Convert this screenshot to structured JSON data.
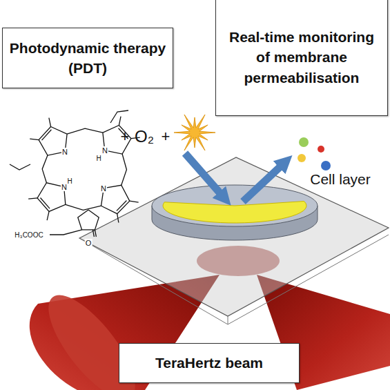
{
  "diagram": {
    "nodes": [
      {
        "text": [
          "Photodynamic therapy (PDT)"
        ]
      },
      {
        "text": [
          "Real-time monitoring of membrane permeabilisation"
        ]
      },
      {
        "text": [
          "TeraHertz beam"
        ]
      }
    ],
    "labels": [
      "+",
      "O₂",
      "+",
      "N",
      "N",
      "H",
      "N",
      "H",
      "N",
      "O",
      "H₃COOC",
      "Cell layer"
    ]
  }
}
